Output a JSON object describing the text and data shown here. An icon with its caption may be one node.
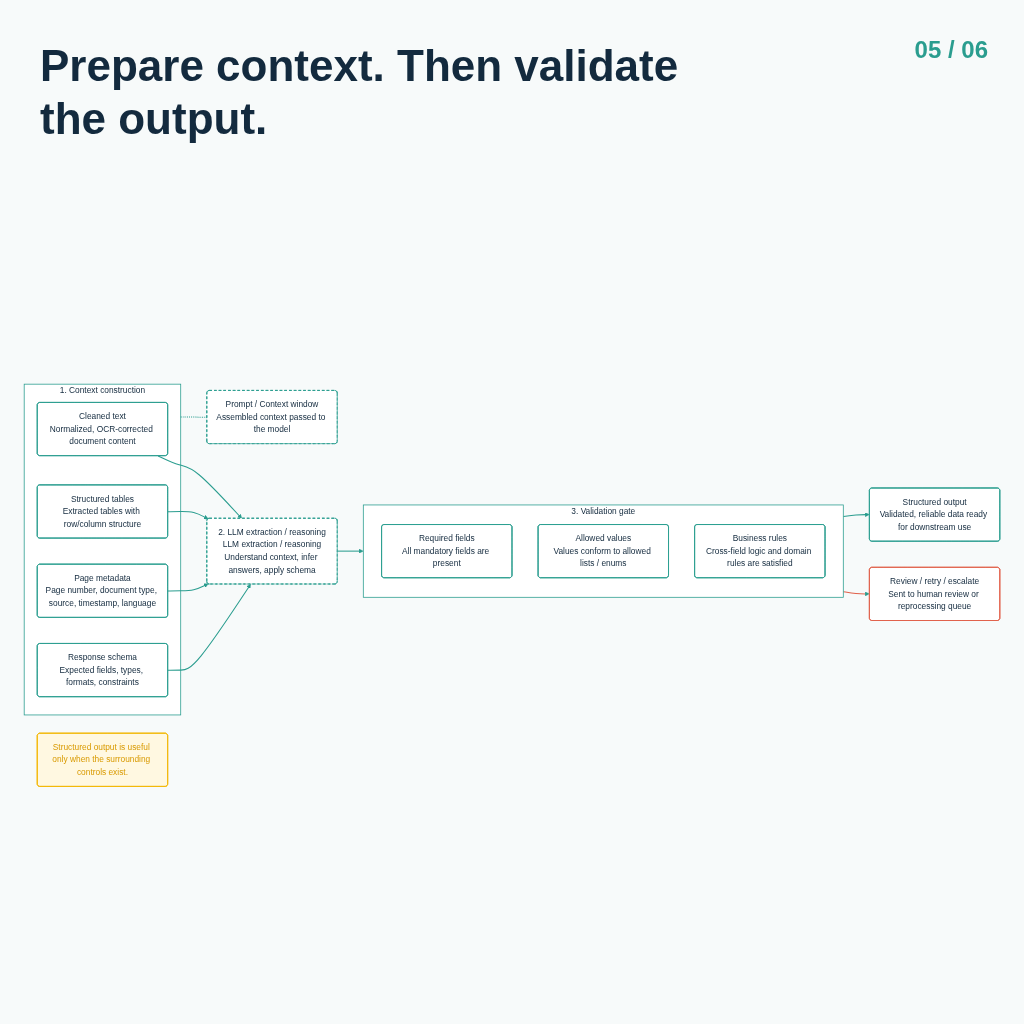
{
  "diagram": {
    "title": "Prepare context. Then validate the output.",
    "nodes": [
      {
        "text": [
          "1. Context construction"
        ]
      },
      {
        "text": [
          "Cleaned text",
          "Normalized, OCR-corrected document content"
        ],
        "in": 0
      },
      {
        "text": [
          "Structured tables",
          "Extracted tables with row/column structure"
        ],
        "in": 0
      },
      {
        "text": [
          "Page metadata",
          "Page number, document type, source, timestamp, language"
        ],
        "in": 0
      },
      {
        "text": [
          "Response schema",
          "Expected fields, types, formats, constraints"
        ],
        "in": 0
      },
      {
        "text": [
          "Prompt / Context window",
          "Assembled context passed to the model"
        ]
      },
      {
        "text": [
          "2. LLM extraction / reasoning",
          "LLM extraction / reasoning",
          "Understand context, infer answers, apply schema"
        ]
      },
      {
        "text": [
          "3. Validation gate"
        ]
      },
      {
        "text": [
          "Required fields",
          "All mandatory fields are present"
        ],
        "in": 7
      },
      {
        "text": [
          "Allowed values",
          "Values conform to allowed lists / enums"
        ],
        "in": 7
      },
      {
        "text": [
          "Business rules",
          "Cross-field logic and domain rules are satisfied"
        ],
        "in": 7
      },
      {
        "text": [
          "Structured output",
          "Validated, reliable data ready for downstream use"
        ]
      },
      {
        "text": [
          "Review / retry / escalate",
          "Sent to human review or reprocessing queue"
        ]
      },
      {
        "text": [
          "Structured output is useful only when the surrounding controls exist."
        ]
      }
    ],
    "edges": [
      {
        "from": 1,
        "to": 6,
        "arrow": "to"
      },
      {
        "from": 2,
        "to": 6,
        "arrow": "to"
      },
      {
        "from": 3,
        "to": 6,
        "arrow": "to"
      },
      {
        "from": 4,
        "to": 6,
        "arrow": "to"
      },
      {
        "from": 0,
        "to": 5,
        "arrow": "none",
        "style": "dashed"
      },
      {
        "from": 6,
        "to": 7,
        "arrow": "to"
      },
      {
        "from": 7,
        "to": 11,
        "arrow": "to"
      },
      {
        "from": 7,
        "to": 12,
        "arrow": "to",
        "color": "#e0604a"
      }
    ],
    "labels": [
      "05 / 06"
    ]
  }
}
